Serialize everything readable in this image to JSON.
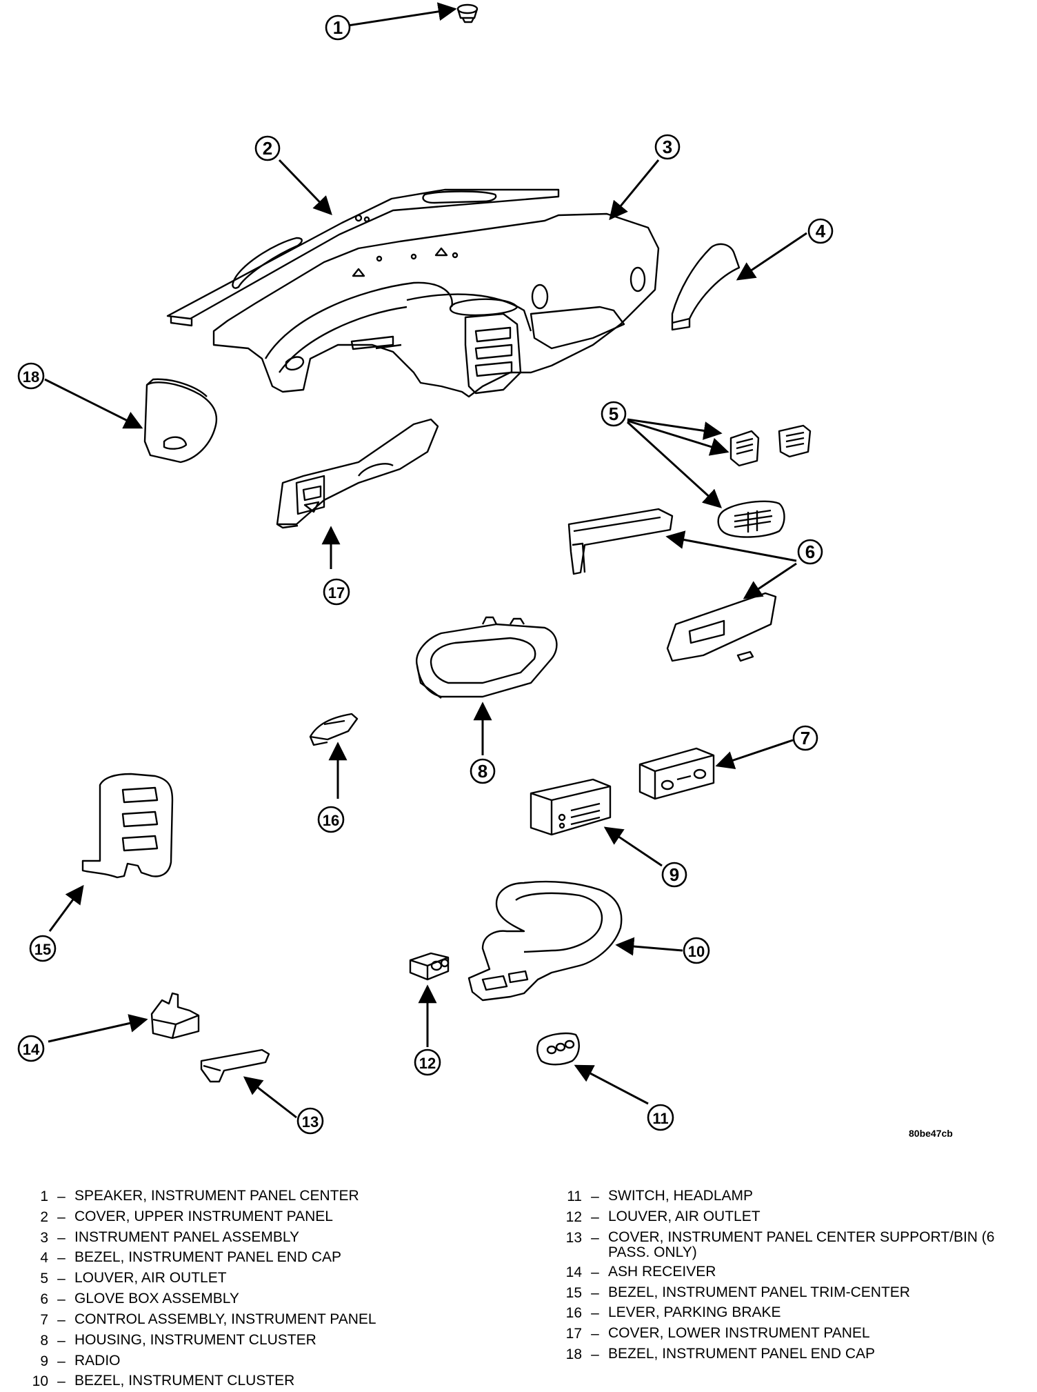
{
  "reference_code": "80be47cb",
  "callouts": [
    "1",
    "2",
    "3",
    "4",
    "5",
    "6",
    "7",
    "8",
    "9",
    "10",
    "11",
    "12",
    "13",
    "14",
    "15",
    "16",
    "17",
    "18"
  ],
  "legend_left": [
    {
      "num": "1",
      "text": "SPEAKER, INSTRUMENT PANEL CENTER"
    },
    {
      "num": "2",
      "text": "COVER, UPPER INSTRUMENT PANEL"
    },
    {
      "num": "3",
      "text": "INSTRUMENT PANEL ASSEMBLY"
    },
    {
      "num": "4",
      "text": "BEZEL, INSTRUMENT PANEL END CAP"
    },
    {
      "num": "5",
      "text": "LOUVER, AIR OUTLET"
    },
    {
      "num": "6",
      "text": "GLOVE BOX ASSEMBLY"
    },
    {
      "num": "7",
      "text": "CONTROL ASSEMBLY, INSTRUMENT PANEL"
    },
    {
      "num": "8",
      "text": "HOUSING, INSTRUMENT CLUSTER"
    },
    {
      "num": "9",
      "text": "RADIO"
    },
    {
      "num": "10",
      "text": "BEZEL, INSTRUMENT CLUSTER"
    }
  ],
  "legend_right": [
    {
      "num": "11",
      "text": "SWITCH, HEADLAMP"
    },
    {
      "num": "12",
      "text": "LOUVER, AIR OUTLET"
    },
    {
      "num": "13",
      "text": "COVER, INSTRUMENT PANEL CENTER SUPPORT/BIN (6 PASS. ONLY)"
    },
    {
      "num": "14",
      "text": "ASH RECEIVER"
    },
    {
      "num": "15",
      "text": "BEZEL, INSTRUMENT PANEL TRIM-CENTER"
    },
    {
      "num": "16",
      "text": "LEVER, PARKING BRAKE"
    },
    {
      "num": "17",
      "text": "COVER, LOWER INSTRUMENT PANEL"
    },
    {
      "num": "18",
      "text": "BEZEL, INSTRUMENT PANEL END CAP"
    }
  ]
}
